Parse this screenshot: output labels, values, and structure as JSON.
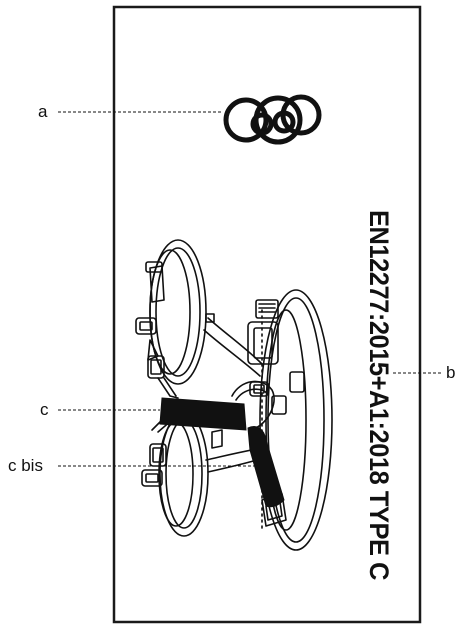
{
  "label": {
    "border_color": "#1a1a1a",
    "ink_color": "#111111",
    "logo_icon": "rings-logo-icon",
    "standard_text": "EN12277:2015+A1:2018 TYPE C",
    "illustration_icon": "climbing-harness-icon",
    "strap_color": "#111111"
  },
  "callouts": {
    "a": "a",
    "b": "b",
    "c": "c",
    "c_bis": "c bis"
  }
}
